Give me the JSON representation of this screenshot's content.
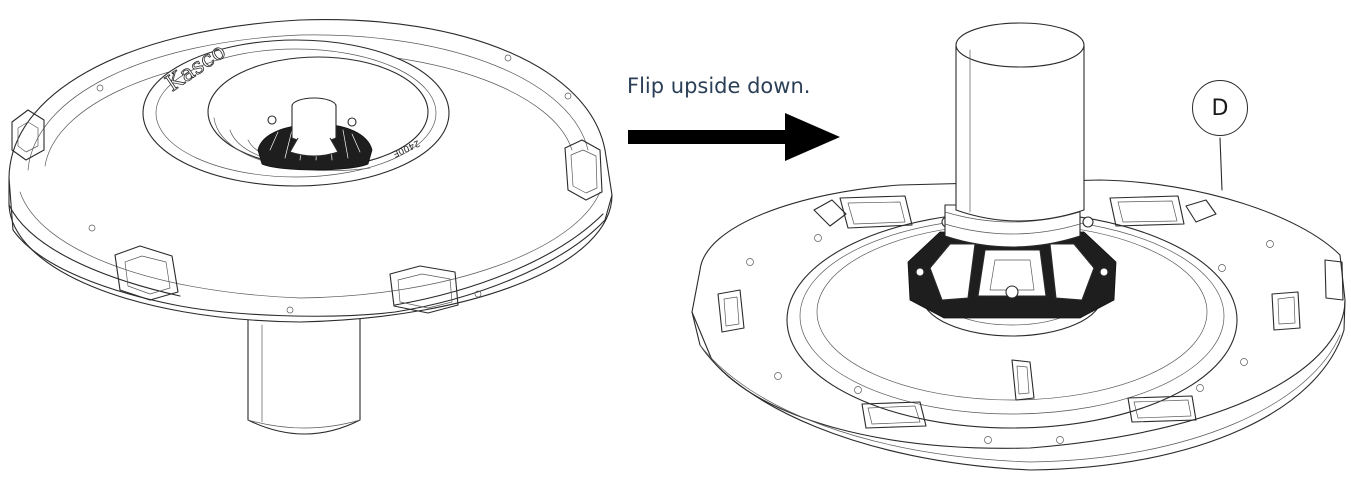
{
  "caption": "Flip upside down.",
  "callout_label": "D",
  "left_part": {
    "logo_text": "Kasco",
    "model_text": "2400E"
  },
  "arrow_color": "#000000",
  "caption_color": "#2b4057",
  "icons": [
    "right-arrow-icon"
  ]
}
